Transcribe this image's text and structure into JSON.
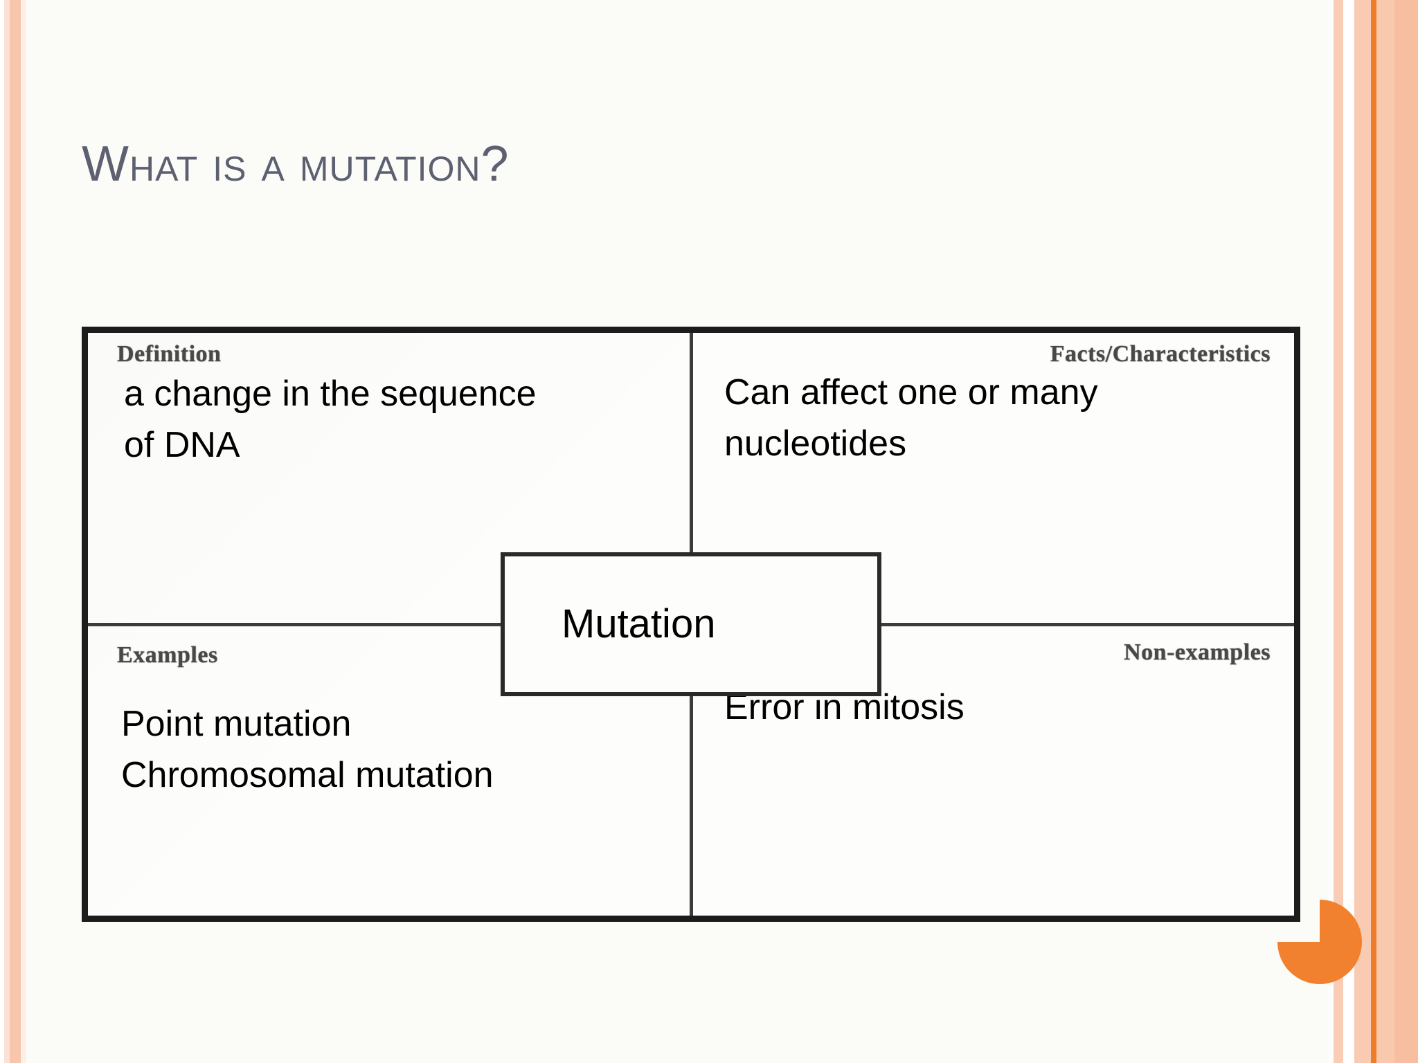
{
  "slide": {
    "title": "What is a mutation?",
    "background_color": "#fbfcf8",
    "title_color": "#5c6070",
    "accent_color": "#f1812f"
  },
  "diagram": {
    "type": "frayer-model",
    "center": {
      "label": "Mutation"
    },
    "quadrants": [
      {
        "position": "top-left",
        "label": "Definition",
        "lines": [
          "a change in the sequence",
          "of DNA"
        ]
      },
      {
        "position": "top-right",
        "label": "Facts/Characteristics",
        "lines": [
          "Can affect one or many",
          "nucleotides"
        ]
      },
      {
        "position": "bottom-left",
        "label": "Examples",
        "lines": [
          "Point mutation",
          "Chromosomal mutation"
        ]
      },
      {
        "position": "bottom-right",
        "label": "Non-examples",
        "lines": [
          "Error in mitosis"
        ]
      }
    ]
  },
  "decorations": {
    "pie_icon": "pie-quadrant-icon",
    "left_stripe": "left-edge-stripe",
    "right_stripe": "right-edge-stripe"
  }
}
